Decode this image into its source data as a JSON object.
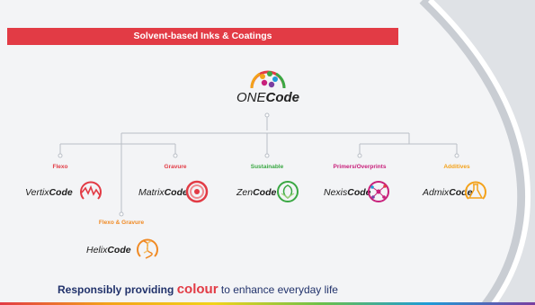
{
  "banner": {
    "title": "Solvent-based Inks & Coatings"
  },
  "root": {
    "brand_pre": "ONE",
    "brand_code": "Code"
  },
  "nodes": [
    {
      "category": "Flexo",
      "brand_pre": "Vertix",
      "brand_code": "Code",
      "color": "#e23b45"
    },
    {
      "category": "Gravure",
      "brand_pre": "Matrix",
      "brand_code": "Code",
      "color": "#e23b45"
    },
    {
      "category": "Sustainable",
      "brand_pre": "Zen",
      "brand_code": "Code",
      "color": "#3aa843"
    },
    {
      "category": "Primers/Overprints",
      "brand_pre": "Nexis",
      "brand_code": "Code",
      "color": "#c8207b"
    },
    {
      "category": "Additives",
      "brand_pre": "Admix",
      "brand_code": "Code",
      "color": "#f3a21b"
    },
    {
      "category": "Flexo & Gravure",
      "brand_pre": "Helix",
      "brand_code": "Code",
      "color": "#f08a24"
    }
  ],
  "tagline": {
    "lead": "Responsibly providing",
    "highlight": "colour",
    "rest": "to enhance everyday life"
  },
  "colors": {
    "banner": "#e23b45",
    "navy": "#21326b",
    "connector": "#b9bec6"
  }
}
